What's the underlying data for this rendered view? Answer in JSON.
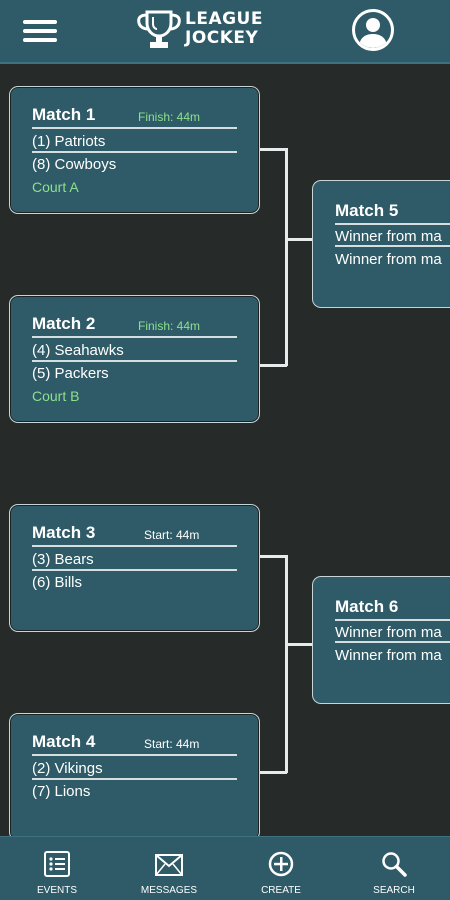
{
  "header": {
    "logo_line1": "LEAGUE",
    "logo_line2": "JOCKEY",
    "menu_icon": "hamburger-menu-icon",
    "profile_icon": "user-avatar-icon"
  },
  "round1": [
    {
      "title": "Match 1",
      "status": "Finish: 44m",
      "status_kind": "finish",
      "team1": "(1) Patriots",
      "team2": "(8) Cowboys",
      "court": "Court A"
    },
    {
      "title": "Match 2",
      "status": "Finish: 44m",
      "status_kind": "finish",
      "team1": "(4) Seahawks",
      "team2": "(5) Packers",
      "court": "Court B"
    },
    {
      "title": "Match 3",
      "status": "Start: 44m",
      "status_kind": "start",
      "team1": "(3) Bears",
      "team2": "(6) Bills",
      "court": ""
    },
    {
      "title": "Match 4",
      "status": "Start: 44m",
      "status_kind": "start",
      "team1": "(2) Vikings",
      "team2": "(7) Lions",
      "court": ""
    }
  ],
  "round2": [
    {
      "title": "Match 5",
      "team1": "Winner from ma",
      "team2": "Winner from ma"
    },
    {
      "title": "Match 6",
      "team1": "Winner from ma",
      "team2": "Winner from ma"
    }
  ],
  "nav": {
    "events": "EVENTS",
    "messages": "MESSAGES",
    "create": "CREATE",
    "search": "SEARCH"
  },
  "colors": {
    "background": "#262a29",
    "card": "#2e5b67",
    "finish_green": "#8de08d"
  }
}
